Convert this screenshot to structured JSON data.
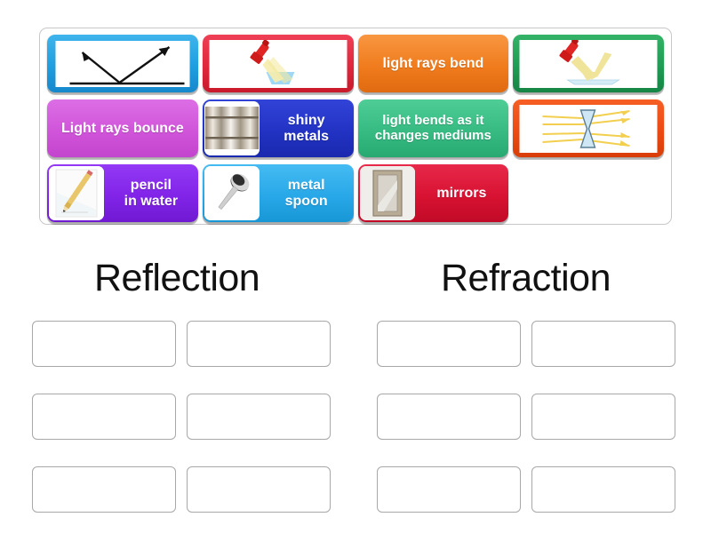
{
  "activity": {
    "type": "group-sort",
    "tiles": [
      {
        "id": "reflection-angle-diagram",
        "kind": "image",
        "label": "",
        "icon": "reflection-angle-diagram-icon",
        "color": "#1f9ee0",
        "frame": "#1f9ee0"
      },
      {
        "id": "flashlight-into-water",
        "kind": "image",
        "label": "",
        "icon": "flashlight-into-water-icon",
        "color": "#ffffff",
        "frame": "#e0273b"
      },
      {
        "id": "light-rays-bend",
        "kind": "text",
        "label": "light rays bend",
        "icon": "",
        "color": "#f07c1e",
        "frame": "#f07c1e"
      },
      {
        "id": "flashlight-off-mirror",
        "kind": "image",
        "label": "",
        "icon": "flashlight-off-mirror-icon",
        "color": "#ffffff",
        "frame": "#1f9c55"
      },
      {
        "id": "light-rays-bounce",
        "kind": "text",
        "label": "Light rays bounce",
        "icon": "",
        "color": "#d055d9",
        "frame": "#d055d9"
      },
      {
        "id": "shiny-metals",
        "kind": "text-image",
        "label": "shiny\nmetals",
        "icon": "metal-cylinder-icon",
        "color": "#2233c4",
        "frame": "#2233c4"
      },
      {
        "id": "light-bends-as-it-changes-mediums",
        "kind": "text",
        "label": "light bends as it\nchanges mediums",
        "icon": "",
        "color": "#37bb83",
        "frame": "#37bb83"
      },
      {
        "id": "concave-lens-rays",
        "kind": "image",
        "label": "",
        "icon": "concave-lens-rays-icon",
        "color": "#ffffff",
        "frame": "#ed4a13"
      },
      {
        "id": "pencil-in-water",
        "kind": "text-image",
        "label": "pencil\nin water",
        "icon": "pencil-in-glass-icon",
        "color": "#8124e8",
        "frame": "#8124e8"
      },
      {
        "id": "metal-spoon",
        "kind": "text-image",
        "label": "metal\nspoon",
        "icon": "spoon-icon",
        "color": "#28a8e8",
        "frame": "#28a8e8"
      },
      {
        "id": "mirrors",
        "kind": "text-image",
        "label": "mirrors",
        "icon": "framed-mirror-icon",
        "color": "#d81232",
        "frame": "#d81232"
      }
    ]
  },
  "columns": [
    {
      "id": "reflection",
      "title": "Reflection",
      "slots": 3
    },
    {
      "id": "refraction",
      "title": "Refraction",
      "slots": 3
    }
  ],
  "colors": {
    "tray_border": "#c8c8c8",
    "zone_border": "#a8a8a8",
    "title_text": "#111111",
    "tile_text": "#ffffff",
    "page_background": "#ffffff"
  }
}
